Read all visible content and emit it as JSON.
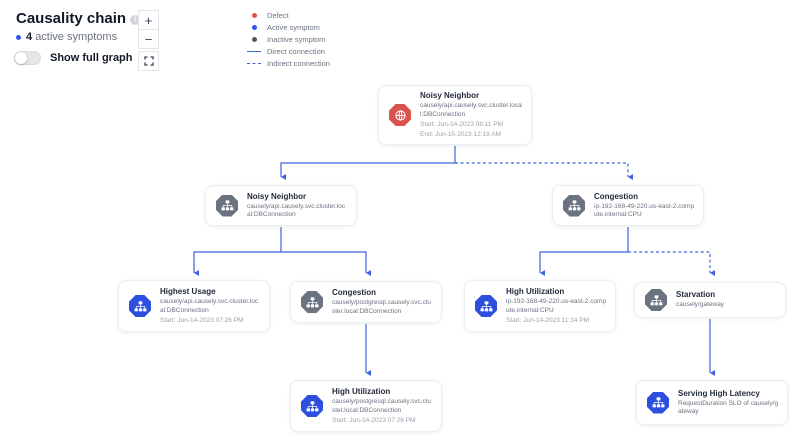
{
  "header": {
    "title": "Causality chain",
    "symptoms_count": "4",
    "symptoms_label": "active symptoms",
    "toggle_label": "Show full graph"
  },
  "controls": {
    "zoom_in": "+",
    "zoom_out": "−",
    "fit_view_icon": "expand-icon"
  },
  "legend": {
    "items": [
      {
        "label": "Defect",
        "marker": "dot",
        "color": "#e0524e"
      },
      {
        "label": "Active symptom",
        "marker": "dot",
        "color": "#2f54eb"
      },
      {
        "label": "Inactive symptom",
        "marker": "dot",
        "color": "#4b5563"
      },
      {
        "label": "Direct connection",
        "marker": "solid-line",
        "color": "#3e63dd"
      },
      {
        "label": "Indirect connection",
        "marker": "dashed-line",
        "color": "#3e63dd"
      }
    ]
  },
  "colors": {
    "connection": "#3e63dd",
    "defect_badge": "#d9534f",
    "active_badge": "#2c50dd",
    "inactive_badge": "#6b7280"
  },
  "graph": {
    "nodes": [
      {
        "title": "Noisy Neighbor",
        "entity": "causely/api.causely.svc.cluster.local:DBConnection",
        "start": "Start: Jun-14-2023 08:11 PM",
        "end": "End: Jun-15-2023 12:19 AM",
        "state": "defect"
      },
      {
        "title": "Noisy Neighbor",
        "entity": "causely/api.causely.svc.cluster.local:DBConnection",
        "state": "inactive"
      },
      {
        "title": "Congestion",
        "entity": "ip-192-168-49-220.us-east-2.compute.internal:CPU",
        "state": "inactive"
      },
      {
        "title": "Highest Usage",
        "entity": "causely/api.causely.svc.cluster.local:DBConnection",
        "start": "Start: Jun-14-2023 07:26 PM",
        "state": "active"
      },
      {
        "title": "Congestion",
        "entity": "causely/postgresql.causely.svc.cluster.local:DBConnection",
        "state": "inactive"
      },
      {
        "title": "High Utilization",
        "entity": "ip-192-168-49-220.us-east-2.compute.internal:CPU",
        "start": "Start: Jun-14-2023 11:14 PM",
        "state": "active"
      },
      {
        "title": "Starvation",
        "entity": "causely/gateway",
        "state": "inactive"
      },
      {
        "title": "High Utilization",
        "entity": "causely/postgresql.causely.svc.cluster.local:DBConnection",
        "start": "Start: Jun-14-2023 07:26 PM",
        "state": "active"
      },
      {
        "title": "Serving High Latency",
        "entity": "RequestDuration SLO of causely/gateway",
        "state": "active"
      }
    ],
    "edges": [
      {
        "from": 0,
        "to": 1,
        "type": "direct"
      },
      {
        "from": 0,
        "to": 2,
        "type": "indirect"
      },
      {
        "from": 1,
        "to": 3,
        "type": "direct"
      },
      {
        "from": 1,
        "to": 4,
        "type": "direct"
      },
      {
        "from": 2,
        "to": 5,
        "type": "direct"
      },
      {
        "from": 2,
        "to": 6,
        "type": "indirect"
      },
      {
        "from": 4,
        "to": 7,
        "type": "direct"
      },
      {
        "from": 6,
        "to": 8,
        "type": "direct"
      }
    ]
  }
}
